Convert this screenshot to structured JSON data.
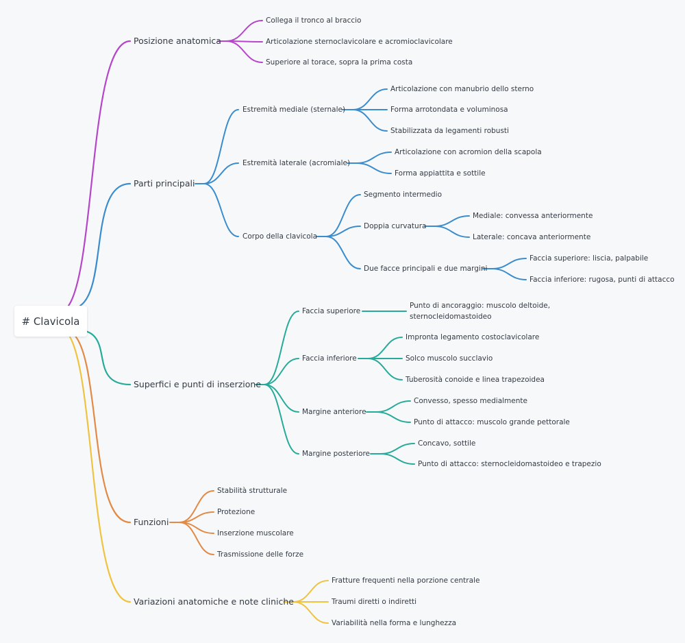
{
  "root": {
    "label": "# Clavicola"
  },
  "colors": {
    "purple": "#b545c9",
    "blue": "#3a8ccc",
    "teal": "#26aa99",
    "orange": "#e28a45",
    "yellow": "#efc340"
  },
  "branches": {
    "posizione": {
      "label": "Posizione anatomica",
      "items": [
        "Collega il tronco al braccio",
        "Articolazione sternoclavicolare e acromioclavicolare",
        "Superiore al torace, sopra la prima costa"
      ]
    },
    "parti": {
      "label": "Parti principali",
      "mediale": {
        "label": "Estremità mediale (sternale)",
        "items": [
          "Articolazione con manubrio dello sterno",
          "Forma arrotondata e voluminosa",
          "Stabilizzata da legamenti robusti"
        ]
      },
      "laterale": {
        "label": "Estremità laterale (acromiale)",
        "items": [
          "Articolazione con acromion della scapola",
          "Forma appiattita e sottile"
        ]
      },
      "corpo": {
        "label": "Corpo della clavicola",
        "segmento": "Segmento intermedio",
        "curvatura": {
          "label": "Doppia curvatura",
          "items": [
            "Mediale: convessa anteriormente",
            "Laterale: concava anteriormente"
          ]
        },
        "facce": {
          "label": "Due facce principali e due margini",
          "items": [
            "Faccia superiore: liscia, palpabile",
            "Faccia inferiore: rugosa, punti di attacco"
          ]
        }
      }
    },
    "superfici": {
      "label": "Superfici e punti di inserzione",
      "faccia_sup": {
        "label": "Faccia superiore",
        "items": [
          "Punto di ancoraggio: muscolo deltoide, sternocleidomastoideo"
        ]
      },
      "faccia_inf": {
        "label": "Faccia inferiore",
        "items": [
          "Impronta legamento costoclavicolare",
          "Solco muscolo succlavio",
          "Tuberosità conoide e linea trapezoidea"
        ]
      },
      "margine_ant": {
        "label": "Margine anteriore",
        "items": [
          "Convesso, spesso medialmente",
          "Punto di attacco: muscolo grande pettorale"
        ]
      },
      "margine_post": {
        "label": "Margine posteriore",
        "items": [
          "Concavo, sottile",
          "Punto di attacco: sternocleidomastoideo e trapezio"
        ]
      }
    },
    "funzioni": {
      "label": "Funzioni",
      "items": [
        "Stabilità strutturale",
        "Protezione",
        "Inserzione muscolare",
        "Trasmissione delle forze"
      ]
    },
    "variazioni": {
      "label": "Variazioni anatomiche e note cliniche",
      "items": [
        "Fratture frequenti nella porzione centrale",
        "Traumi diretti o indiretti",
        "Variabilità nella forma e lunghezza"
      ]
    }
  }
}
